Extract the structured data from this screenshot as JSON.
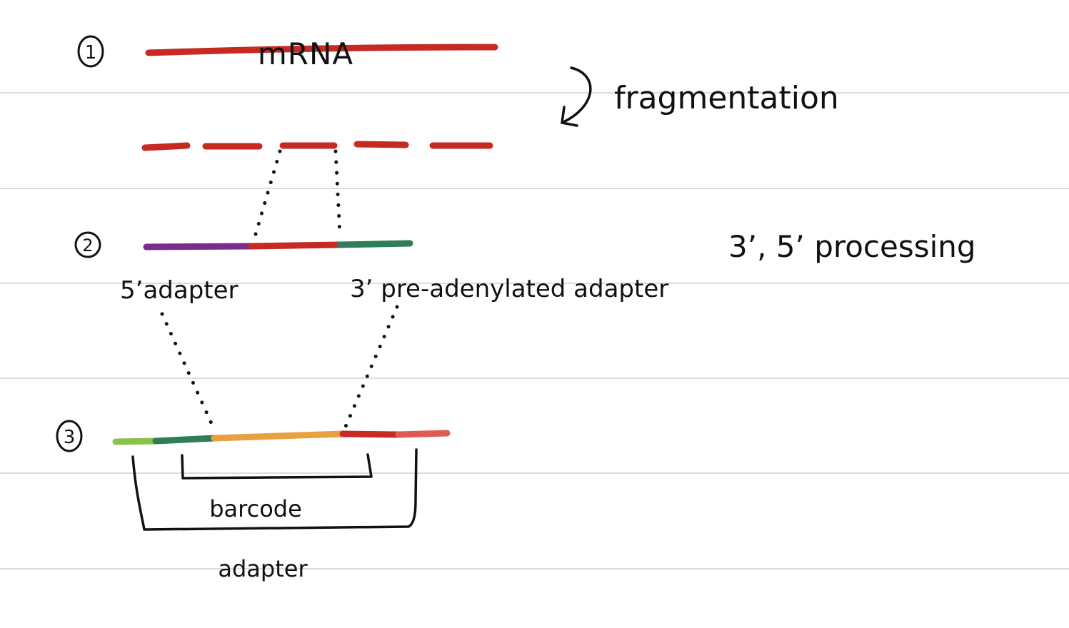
{
  "steps": {
    "one": "1",
    "two": "2",
    "three": "3"
  },
  "labels": {
    "mrna": "mRNA",
    "fragmentation": "fragmentation",
    "processing": "3’, 5’ processing",
    "five_adapter": "5’adapter",
    "three_adapter": "3’ pre-adenylated adapter",
    "barcode": "barcode",
    "adapter": "adapter"
  },
  "colors": {
    "mrna_red": "#c62a22",
    "purple": "#7a2e8c",
    "dark_green": "#2e7d5b",
    "light_green": "#8bc34a",
    "orange": "#e8a040",
    "pink_red": "#e05a55",
    "ink": "#111111",
    "ruled_line": "#dcdcdc"
  }
}
